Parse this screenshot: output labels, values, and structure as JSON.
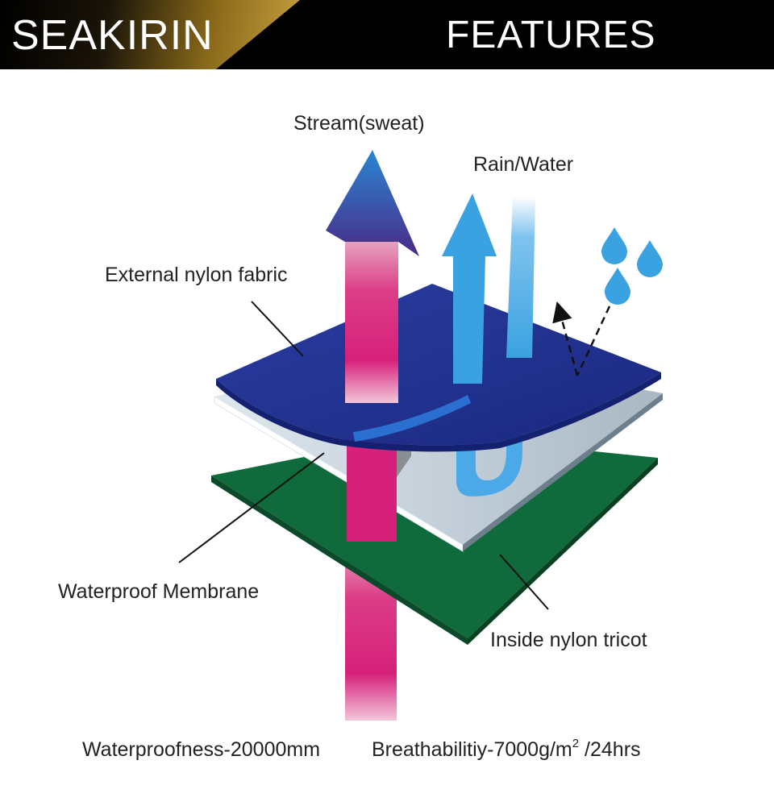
{
  "header": {
    "brand": "SEAKIRIN",
    "title": "FEATURES"
  },
  "labels": {
    "steam": "Stream(sweat)",
    "rain": "Rain/Water",
    "external": "External nylon fabric",
    "membrane": "Waterproof Membrane",
    "inside": "Inside nylon tricot",
    "waterproofness": "Waterproofness-20000mm",
    "breathability_prefix": "Breathabilitiy-7000g/m",
    "breathability_sup": "2",
    "breathability_suffix": " /24hrs"
  },
  "colors": {
    "outer_fabric": "#1f2f8f",
    "membrane": "#c7d3dc",
    "tricot": "#0f6a3c",
    "steam_arrow": "#d81e76",
    "water_arrow": "#3aa2e0"
  }
}
